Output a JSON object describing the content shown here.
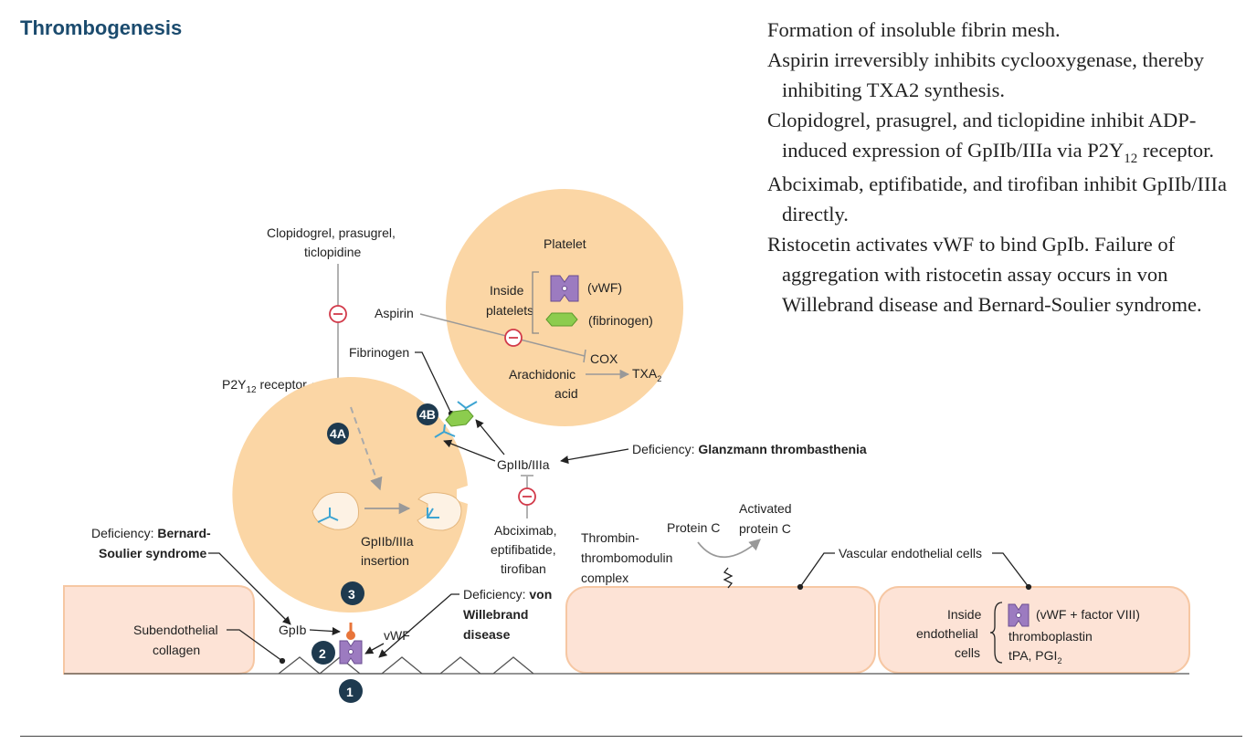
{
  "title": "Thrombogenesis",
  "notes": [
    "Formation of insoluble fibrin mesh.",
    "Aspirin irreversibly inhibits cyclooxygenase, thereby inhibiting TXA2 synthesis.",
    {
      "pre": "Clopidogrel, prasugrel, and ticlopidine inhibit ADP-induced expression of GpIIb/IIIa via P2Y",
      "sub": "12",
      "post": " receptor."
    },
    "Abciximab, eptifibatide, and tirofiban inhibit GpIIb/IIIa directly.",
    "Ristocetin activates vWF to bind GpIb. Failure of aggregation with ristocetin assay occurs in von Willebrand disease and Bernard-Soulier syndrome."
  ],
  "diagram": {
    "clopidogrel_label": [
      "Clopidogrel, prasugrel,",
      "ticlopidine"
    ],
    "platelet_label": "Platelet",
    "inside_platelets": [
      "Inside",
      "platelets"
    ],
    "vwf_paren": "(vWF)",
    "fibrinogen_paren": "(fibrinogen)",
    "aspirin": "Aspirin",
    "fibrinogen": "Fibrinogen",
    "cox": "COX",
    "arachidonic": [
      "Arachidonic",
      "acid"
    ],
    "txa": "TXA",
    "txa_sub": "2",
    "p2y_main": "P2Y",
    "p2y_sub": "12",
    "p2y_rest": " receptor",
    "badge_4a": "4A",
    "badge_4b": "4B",
    "badge_1": "1",
    "badge_2": "2",
    "badge_3": "3",
    "gp2b3a": "GpIIb/IIIa",
    "deficiency_prefix": "Deficiency: ",
    "glanzmann": "Glanzmann thrombasthenia",
    "insertion": [
      "GpIIb/IIIa",
      "insertion"
    ],
    "abciximab": [
      "Abciximab,",
      "eptifibatide,",
      "tirofiban"
    ],
    "bernard": [
      "Bernard-",
      "Soulier syndrome"
    ],
    "vonw": [
      "von",
      "Willebrand",
      "disease"
    ],
    "subendothelial": [
      "Subendothelial",
      "collagen"
    ],
    "gp1b": "GpIb",
    "vwf": "vWF",
    "thrombin": [
      "Thrombin-",
      "thrombomodulin",
      "complex"
    ],
    "protein_c": "Protein C",
    "activated_pc": [
      "Activated",
      "protein C"
    ],
    "vascular": "Vascular endothelial cells",
    "inside_endo": [
      "Inside",
      "endothelial",
      "cells"
    ],
    "vwf_factor": "(vWF + factor VIII)",
    "thromboplastin": "thromboplastin",
    "tpa": "tPA, PGI",
    "tpa_sub": "2"
  },
  "colors": {
    "title": "#1b4b6e",
    "platelet_fill": "#fbd6a5",
    "endothelial_fill": "#fde3d6",
    "endothelial_stroke": "#f6c7a3",
    "inhibit": "#d23a4a",
    "vwf_purple": "#9c7bc0",
    "fibrinogen_green": "#8ccc4e",
    "receptor_blue": "#3da4d2",
    "badge": "#1e3a4f",
    "gp1b_orange": "#e8753a"
  }
}
